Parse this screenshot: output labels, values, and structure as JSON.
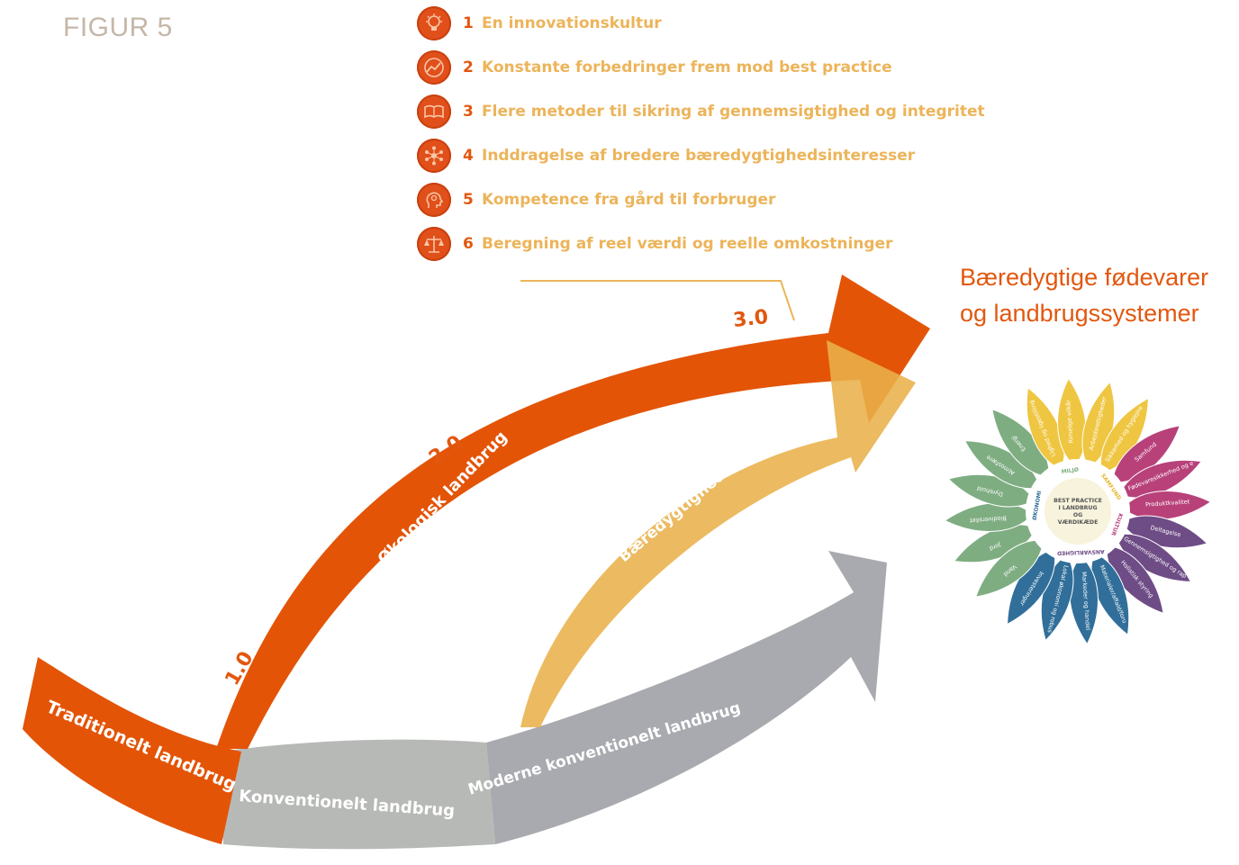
{
  "figure_label": "FIGUR 5",
  "legend": [
    {
      "number": "1",
      "text": "En innovationskultur",
      "icon": "lightbulb-icon"
    },
    {
      "number": "2",
      "text": "Konstante forbedringer frem mod best practice",
      "icon": "chart-icon"
    },
    {
      "number": "3",
      "text": "Flere metoder til sikring af gennemsigtighed og integritet",
      "icon": "book-icon"
    },
    {
      "number": "4",
      "text": "Inddragelse af bredere bæredygtighedsinteresser",
      "icon": "network-icon"
    },
    {
      "number": "5",
      "text": "Kompetence fra gård til forbruger",
      "icon": "head-icon"
    },
    {
      "number": "6",
      "text": "Beregning af reel værdi og reelle omkostninger",
      "icon": "scale-icon"
    }
  ],
  "goal_title": "Bæredygtige fødevarer og landbrugssystemer",
  "paths": {
    "traditional": "Traditionelt landbrug",
    "conventional": "Konventionelt landbrug",
    "modern_conventional": "Moderne konventionelt landbrug",
    "organic": "Økologisk landbrug",
    "sustainability_initiatives": "Bæredygtighedsinitiativer"
  },
  "versions": {
    "v1": "1.0",
    "v2": "2.0",
    "v3": "3.0"
  },
  "wheel": {
    "center": [
      "BEST PRACTICE",
      "I LANDBRUG",
      "OG",
      "VÆRDIKÆDE"
    ],
    "ring_labels": {
      "miljo": "MILJØ",
      "samfund": "SAMFUND",
      "kultur": "KULTUR",
      "ansvarlighed": "ANSVARLIGHED",
      "okonomi": "ØKONOMI"
    },
    "petals": [
      {
        "label": "Jord",
        "color": "#7fad82"
      },
      {
        "label": "Biodiversitet",
        "color": "#7fad82"
      },
      {
        "label": "Dyrehold",
        "color": "#7fad82"
      },
      {
        "label": "Atmosfære",
        "color": "#7fad82"
      },
      {
        "label": "Energi",
        "color": "#7fad82"
      },
      {
        "label": "Lighed og ligestilling",
        "color": "#efc642"
      },
      {
        "label": "Rimelige vilkår",
        "color": "#efc642"
      },
      {
        "label": "Arbejdsrettigheder",
        "color": "#efc642"
      },
      {
        "label": "Sikkerhed og hygiejne",
        "color": "#efc642"
      },
      {
        "label": "Samfund",
        "color": "#b8417a"
      },
      {
        "label": "Fødevaresikkerhed og ernæring",
        "color": "#b8417a"
      },
      {
        "label": "Produktkvalitet",
        "color": "#b8417a"
      },
      {
        "label": "Deltagelse",
        "color": "#6e4c86"
      },
      {
        "label": "Gennemsigtighed og rapportering",
        "color": "#6e4c86"
      },
      {
        "label": "Holistisk styring",
        "color": "#6e4c86"
      },
      {
        "label": "Materialer/affald/forureningsstoffer",
        "color": "#316f9a"
      },
      {
        "label": "Markeder og handel",
        "color": "#316f9a"
      },
      {
        "label": "Lokal økonomi og robusthed",
        "color": "#316f9a"
      },
      {
        "label": "Investeringer",
        "color": "#316f9a"
      },
      {
        "label": "Vand",
        "color": "#7fad82"
      }
    ]
  },
  "colors": {
    "orange": "#e35407",
    "yellow": "#e9b04a",
    "gray_light": "#b7b9b6",
    "gray_dark": "#a9aaaf",
    "label_beige": "#ecb45a",
    "figure_gray": "#c5b7a8"
  }
}
